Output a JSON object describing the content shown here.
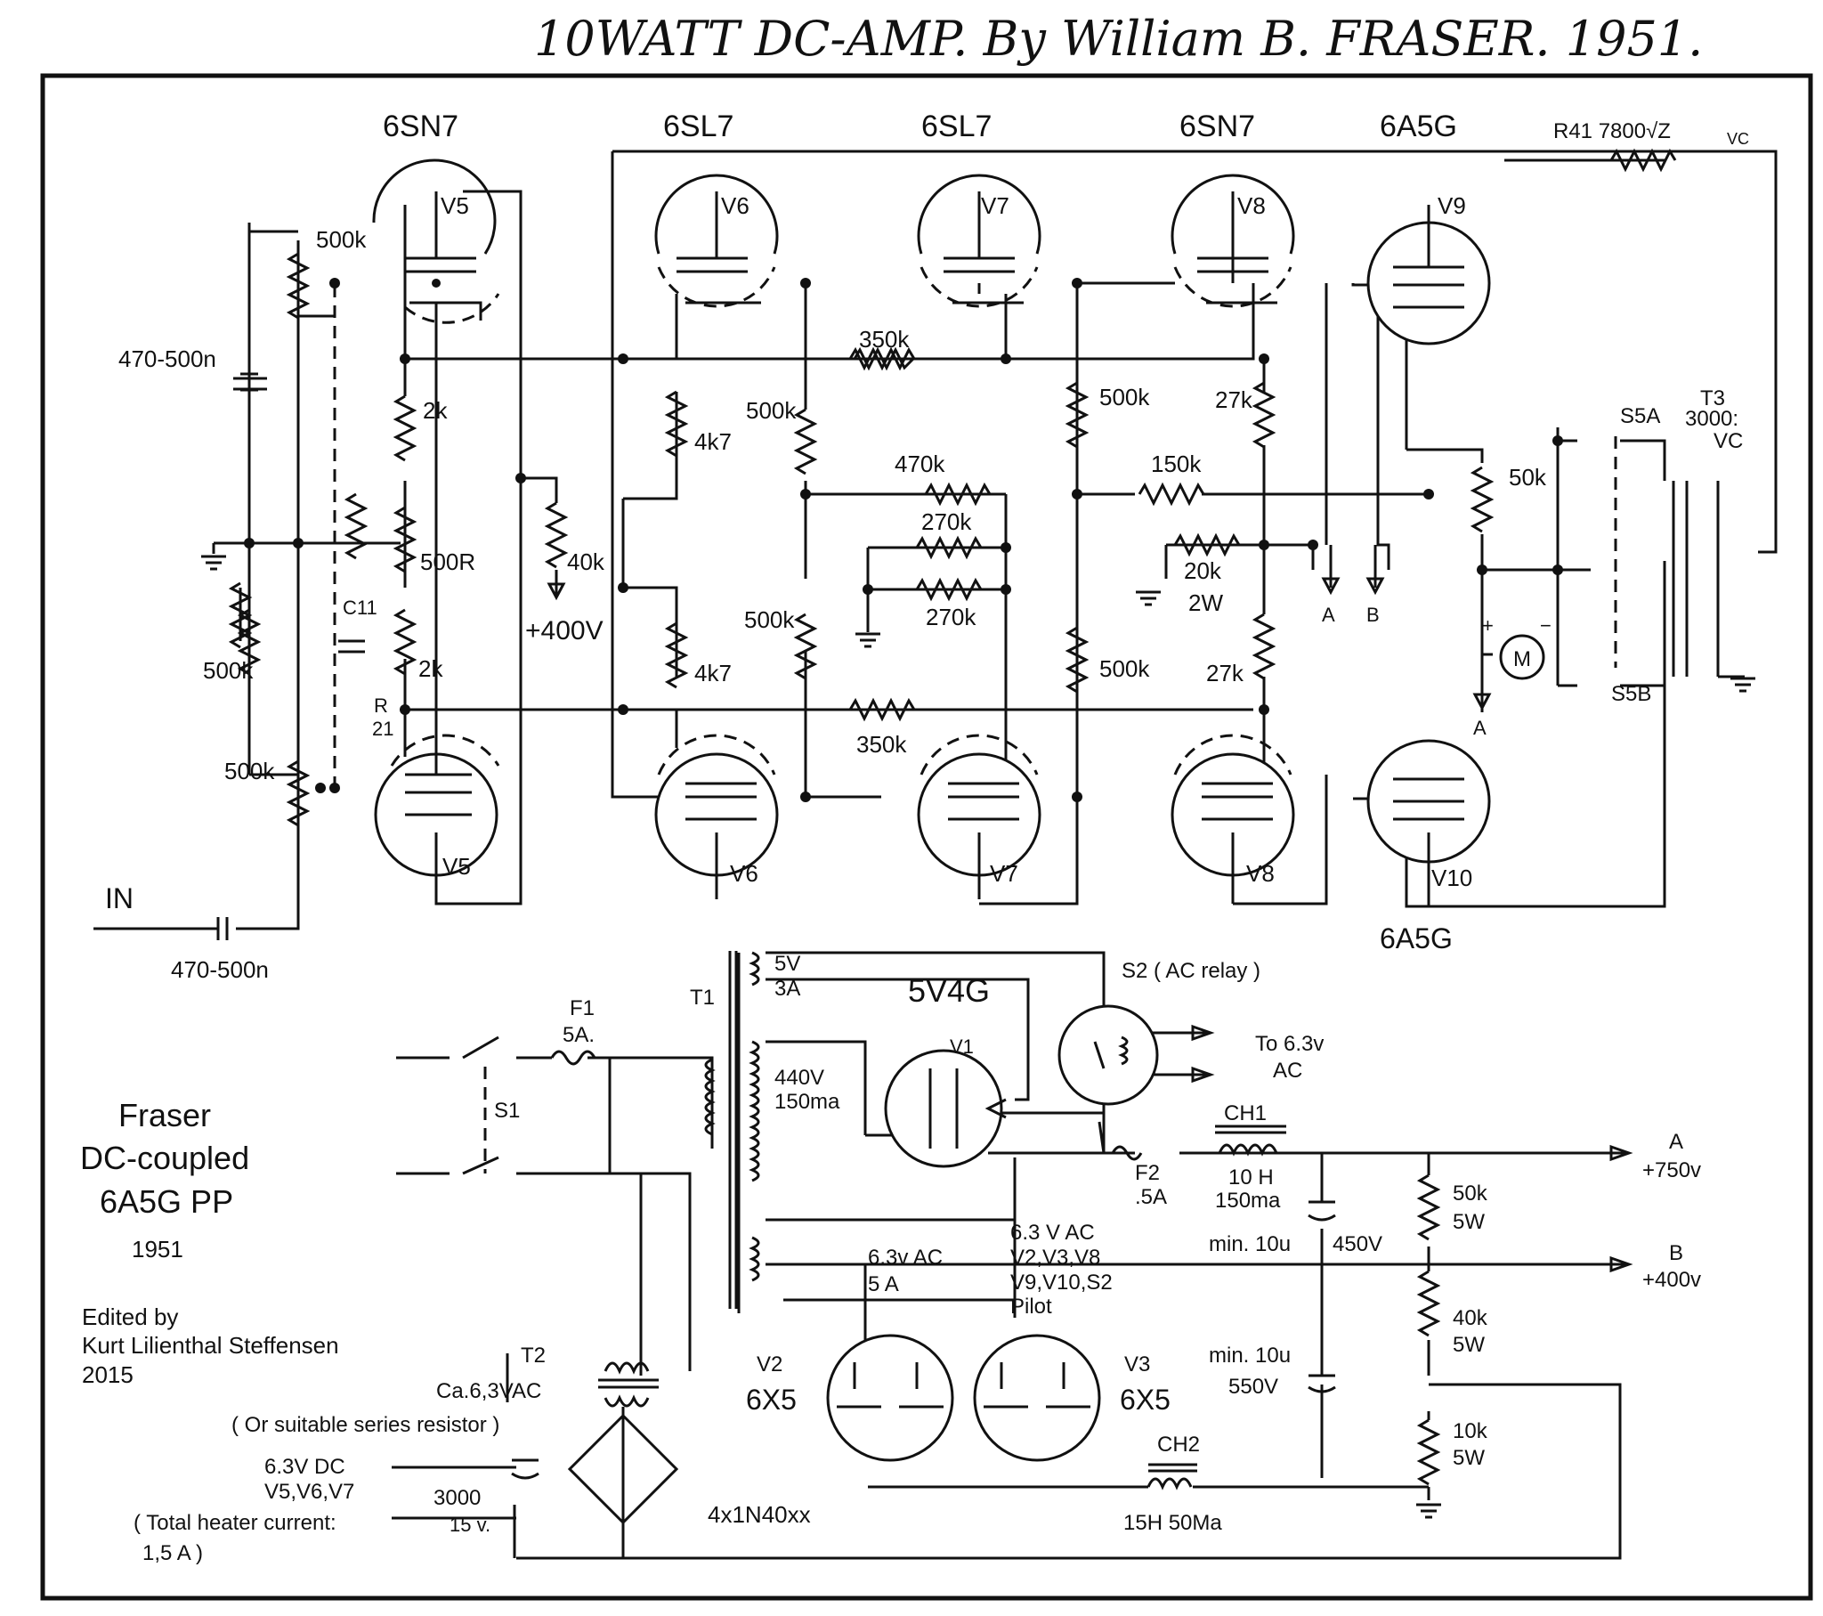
{
  "header": {
    "title_handwritten": "10WATT DC-AMP.  By William B. FRASER. 1951."
  },
  "tubes": {
    "v5_type": "6SN7",
    "v6_type": "6SL7",
    "v7_type": "6SL7",
    "v8_type": "6SN7",
    "v9_type": "6A5G",
    "v10_type": "6A5G",
    "v5": "V5",
    "v6": "V6",
    "v7": "V7",
    "v8": "V8",
    "v9": "V9",
    "v10": "V10"
  },
  "amp_labels": {
    "r41": "R41  7800√Z",
    "r41_sub": "VC",
    "r500k_top": "500k",
    "c_in_top": "470-500n",
    "r2k_top": "2k",
    "r500r": "500R",
    "c11": "C11",
    "r500k_mid": "500k",
    "r2k_bot": "2k",
    "r21_a": "R",
    "r21_b": "21",
    "r500k_bot": "500k",
    "in": "IN",
    "c_in_bot": "470-500n",
    "r40k": "40k",
    "p400": "+400V",
    "r4k7_top": "4k7",
    "r4k7_bot": "4k7",
    "r500k_col2_top": "500k",
    "r500k_col2_bot": "500k",
    "r350k_top": "350k",
    "r350k_bot": "350k",
    "r470k": "470k",
    "r270k_a": "270k",
    "r270k_b": "270k",
    "r500k_col4_top": "500k",
    "r500k_col4_bot": "500k",
    "r150k": "150k",
    "r27k_top": "27k",
    "r27k_bot": "27k",
    "r20k": "20k",
    "r20k_w": "2W",
    "tp_a": "A",
    "tp_b": "B",
    "r50k": "50k",
    "meter": "M",
    "meter_plus": "+",
    "meter_minus": "−",
    "s5a": "S5A",
    "s5b": "S5B",
    "t3": "T3",
    "t3_ratio": "3000:",
    "t3_vc": "VC",
    "a_mid": "A"
  },
  "psu_labels": {
    "f1": "F1",
    "f1_val": "5A.",
    "s1": "S1",
    "t1": "T1",
    "t1_5v": "5V",
    "t1_3a": "3A",
    "rect": "5V4G",
    "v1": "V1",
    "t1_440v": "440V",
    "t1_150ma": "150ma",
    "s2": "S2 ( AC relay )",
    "to63_a": "To 6.3v",
    "to63_b": "AC",
    "f2": "F2",
    "f2_val": ".5A",
    "ch1": "CH1",
    "ch1_val_a": "10 H",
    "ch1_val_b": "150ma",
    "out_a": "A",
    "out_a_v": "+750v",
    "r50k": "50k",
    "r50k_w": "5W",
    "c1_val": "min. 10u",
    "c1_v": "450V",
    "out_b": "B",
    "out_b_v": "+400v",
    "ac63_a": "6.3v AC",
    "ac63_b": "5 A",
    "heat_a": "6.3 V AC",
    "heat_b": "V2,V3,V8",
    "heat_c": "V9,V10,S2",
    "heat_d": "Pilot",
    "r40k": "40k",
    "r40k_w": "5W",
    "c2_val": "min. 10u",
    "c2_v": "550V",
    "v2": "V2",
    "v2_type": "6X5",
    "v3": "V3",
    "v3_type": "6X5",
    "r10k": "10k",
    "r10k_w": "5W",
    "ch2": "CH2",
    "ch2_val": "15H 50Ma",
    "t2": "T2",
    "t2_val": "Ca.6,3VAC",
    "t2_note": "( Or suitable series resistor )",
    "dc_a": "6.3V DC",
    "dc_b": "V5,V6,V7",
    "dc_c": "( Total heater current:",
    "dc_d": "1,5 A )",
    "c3000": "3000",
    "c3000_v": "15 v.",
    "bridge": "4x1N40xx",
    "v10_type": "6A5G"
  },
  "caption": {
    "line1": "Fraser",
    "line2": "DC-coupled",
    "line3": "6A5G PP",
    "year": "1951",
    "edit1": "Edited by",
    "edit2": "Kurt Lilienthal Steffensen",
    "edit3": "2015"
  }
}
